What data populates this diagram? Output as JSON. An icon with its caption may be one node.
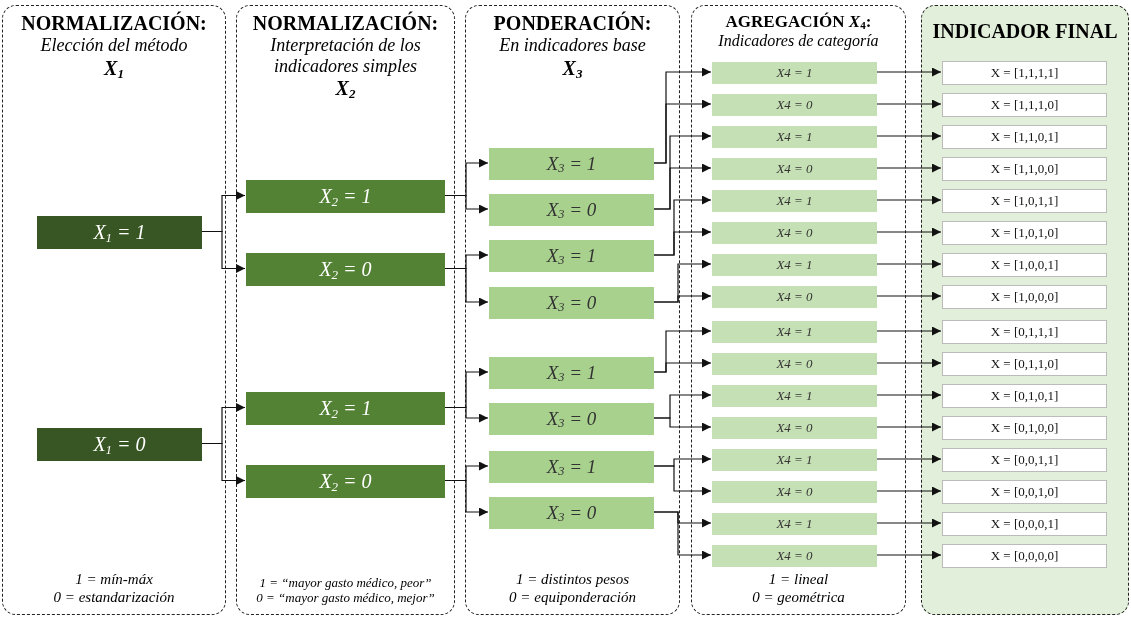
{
  "diagram": {
    "nodes": [
      {
        "text": [
          "NORMALIZACIÓN:",
          "Elección del método",
          "X$_{1}$",
          "1 = mín-máx",
          "0 = estandarización"
        ]
      },
      {
        "text": [
          "X$_{1}$ = 1"
        ],
        "in": 0
      },
      {
        "text": [
          "X$_{1}$ = 0"
        ],
        "in": 0
      },
      {
        "text": [
          "NORMALIZACIÓN:",
          "Interpretación de los indicadores simples",
          "X$_{2}$",
          "1 = “mayor gasto médico, peor”",
          "0 = “mayor gasto médico, mejor”"
        ]
      },
      {
        "text": [
          "X$_{2}$ = 1"
        ],
        "in": 3
      },
      {
        "text": [
          "X$_{2}$ = 0"
        ],
        "in": 3
      },
      {
        "text": [
          "X$_{2}$ = 1"
        ],
        "in": 3
      },
      {
        "text": [
          "X$_{2}$ = 0"
        ],
        "in": 3
      },
      {
        "text": [
          "PONDERACIÓN:",
          "En indicadores base",
          "X$_{3}$",
          "1 = distintos pesos",
          "0 = equiponderación"
        ]
      },
      {
        "text": [
          "X$_{3}$ = 1"
        ],
        "in": 8
      },
      {
        "text": [
          "X$_{3}$ = 0"
        ],
        "in": 8
      },
      {
        "text": [
          "X$_{3}$ = 1"
        ],
        "in": 8
      },
      {
        "text": [
          "X$_{3}$ = 0"
        ],
        "in": 8
      },
      {
        "text": [
          "X$_{3}$ = 1"
        ],
        "in": 8
      },
      {
        "text": [
          "X$_{3}$ = 0"
        ],
        "in": 8
      },
      {
        "text": [
          "X$_{3}$ = 1"
        ],
        "in": 8
      },
      {
        "text": [
          "X$_{3}$ = 0"
        ],
        "in": 8
      },
      {
        "text": [
          "AGREGACIÓN *X*$_{4}$:",
          "Indicadores de categoría",
          "1 = lineal",
          "0 = geométrica"
        ]
      },
      {
        "text": [
          "X4 = 1"
        ],
        "in": 17
      },
      {
        "text": [
          "X4 = 0"
        ],
        "in": 17
      },
      {
        "text": [
          "X4 = 1"
        ],
        "in": 17
      },
      {
        "text": [
          "X4 = 0"
        ],
        "in": 17
      },
      {
        "text": [
          "X4 = 1"
        ],
        "in": 17
      },
      {
        "text": [
          "X4 = 0"
        ],
        "in": 17
      },
      {
        "text": [
          "X4 = 1"
        ],
        "in": 17
      },
      {
        "text": [
          "X4 = 0"
        ],
        "in": 17
      },
      {
        "text": [
          "X4 = 1"
        ],
        "in": 17
      },
      {
        "text": [
          "X4 = 0"
        ],
        "in": 17
      },
      {
        "text": [
          "X4 = 1"
        ],
        "in": 17
      },
      {
        "text": [
          "X4 = 0"
        ],
        "in": 17
      },
      {
        "text": [
          "X4 = 1"
        ],
        "in": 17
      },
      {
        "text": [
          "X4 = 0"
        ],
        "in": 17
      },
      {
        "text": [
          "X4 = 1"
        ],
        "in": 17
      },
      {
        "text": [
          "X4 = 0"
        ],
        "in": 17
      },
      {
        "text": [
          "INDICADOR FINAL"
        ]
      },
      {
        "text": [
          "X = [1,1,1,1]"
        ],
        "in": 34
      },
      {
        "text": [
          "X = [1,1,1,0]"
        ],
        "in": 34
      },
      {
        "text": [
          "X = [1,1,0,1]"
        ],
        "in": 34
      },
      {
        "text": [
          "X = [1,1,0,0]"
        ],
        "in": 34
      },
      {
        "text": [
          "X = [1,0,1,1]"
        ],
        "in": 34
      },
      {
        "text": [
          "X = [1,0,1,0]"
        ],
        "in": 34
      },
      {
        "text": [
          "X = [1,0,0,1]"
        ],
        "in": 34
      },
      {
        "text": [
          "X = [1,0,0,0]"
        ],
        "in": 34
      },
      {
        "text": [
          "X = [0,1,1,1]"
        ],
        "in": 34
      },
      {
        "text": [
          "X = [0,1,1,0]"
        ],
        "in": 34
      },
      {
        "text": [
          "X = [0,1,0,1]"
        ],
        "in": 34
      },
      {
        "text": [
          "X = [0,1,0,0]"
        ],
        "in": 34
      },
      {
        "text": [
          "X = [0,0,1,1]"
        ],
        "in": 34
      },
      {
        "text": [
          "X = [0,0,1,0]"
        ],
        "in": 34
      },
      {
        "text": [
          "X = [0,0,0,1]"
        ],
        "in": 34
      },
      {
        "text": [
          "X = [0,0,0,0]"
        ],
        "in": 34
      }
    ],
    "edges": [
      {
        "from": 1,
        "to": 4,
        "arrow": "to"
      },
      {
        "from": 1,
        "to": 5,
        "arrow": "to"
      },
      {
        "from": 2,
        "to": 6,
        "arrow": "to"
      },
      {
        "from": 2,
        "to": 7,
        "arrow": "to"
      },
      {
        "from": 4,
        "to": 9,
        "arrow": "to"
      },
      {
        "from": 4,
        "to": 10,
        "arrow": "to"
      },
      {
        "from": 5,
        "to": 11,
        "arrow": "to"
      },
      {
        "from": 5,
        "to": 12,
        "arrow": "to"
      },
      {
        "from": 6,
        "to": 13,
        "arrow": "to"
      },
      {
        "from": 6,
        "to": 14,
        "arrow": "to"
      },
      {
        "from": 7,
        "to": 15,
        "arrow": "to"
      },
      {
        "from": 7,
        "to": 16,
        "arrow": "to"
      },
      {
        "from": 9,
        "to": 18,
        "arrow": "to"
      },
      {
        "from": 9,
        "to": 19,
        "arrow": "to"
      },
      {
        "from": 10,
        "to": 20,
        "arrow": "to"
      },
      {
        "from": 10,
        "to": 21,
        "arrow": "to"
      },
      {
        "from": 11,
        "to": 22,
        "arrow": "to"
      },
      {
        "from": 11,
        "to": 23,
        "arrow": "to"
      },
      {
        "from": 12,
        "to": 24,
        "arrow": "to"
      },
      {
        "from": 12,
        "to": 25,
        "arrow": "to"
      },
      {
        "from": 13,
        "to": 26,
        "arrow": "to"
      },
      {
        "from": 13,
        "to": 27,
        "arrow": "to"
      },
      {
        "from": 14,
        "to": 28,
        "arrow": "to"
      },
      {
        "from": 14,
        "to": 29,
        "arrow": "to"
      },
      {
        "from": 15,
        "to": 30,
        "arrow": "to"
      },
      {
        "from": 15,
        "to": 31,
        "arrow": "to"
      },
      {
        "from": 16,
        "to": 32,
        "arrow": "to"
      },
      {
        "from": 16,
        "to": 33,
        "arrow": "to"
      },
      {
        "from": 18,
        "to": 35,
        "arrow": "to"
      },
      {
        "from": 19,
        "to": 36,
        "arrow": "to"
      },
      {
        "from": 20,
        "to": 37,
        "arrow": "to"
      },
      {
        "from": 21,
        "to": 38,
        "arrow": "to"
      },
      {
        "from": 22,
        "to": 39,
        "arrow": "to"
      },
      {
        "from": 23,
        "to": 40,
        "arrow": "to"
      },
      {
        "from": 24,
        "to": 41,
        "arrow": "to"
      },
      {
        "from": 25,
        "to": 42,
        "arrow": "to"
      },
      {
        "from": 26,
        "to": 43,
        "arrow": "to"
      },
      {
        "from": 27,
        "to": 44,
        "arrow": "to"
      },
      {
        "from": 28,
        "to": 45,
        "arrow": "to"
      },
      {
        "from": 29,
        "to": 46,
        "arrow": "to"
      },
      {
        "from": 30,
        "to": 47,
        "arrow": "to"
      },
      {
        "from": 31,
        "to": 48,
        "arrow": "to"
      },
      {
        "from": 32,
        "to": 49,
        "arrow": "to"
      },
      {
        "from": 33,
        "to": 50,
        "arrow": "to"
      }
    ]
  }
}
